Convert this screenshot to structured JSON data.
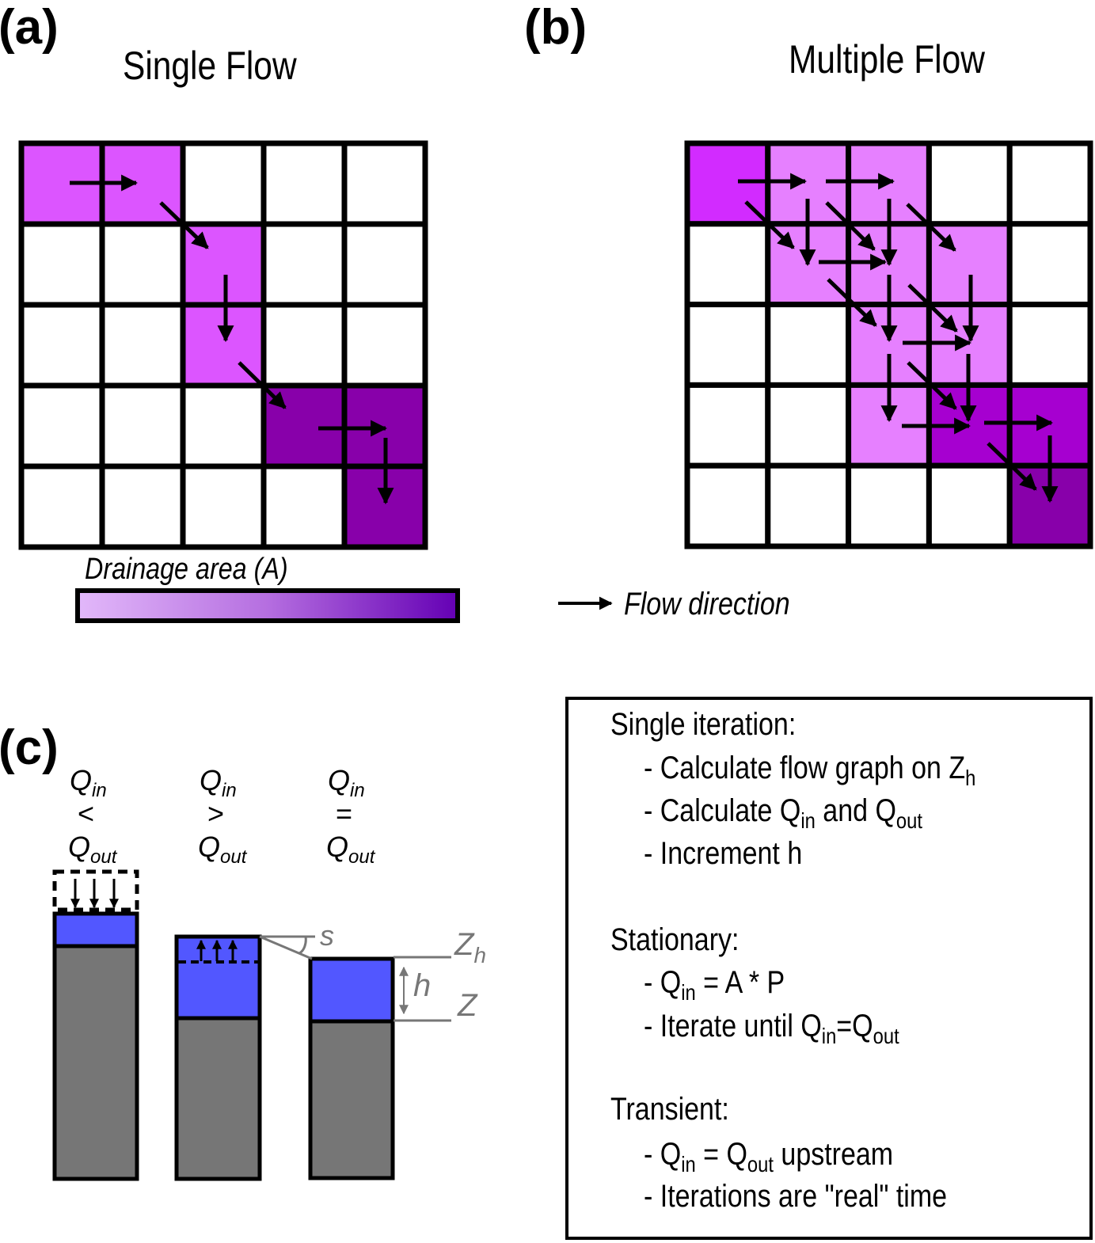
{
  "panel_a": {
    "tag": "(a)",
    "title": "Single Flow",
    "colorbar_label": "Drainage area (A)"
  },
  "panel_b": {
    "tag": "(b)",
    "title": "Multiple Flow",
    "legend_label": "Flow direction"
  },
  "panel_c": {
    "tag": "(c)",
    "columns": [
      {
        "q": "Q",
        "in": "in",
        "op": "<",
        "out": "out"
      },
      {
        "q": "Q",
        "in": "in",
        "op": ">",
        "out": "out"
      },
      {
        "q": "Q",
        "in": "in",
        "op": "=",
        "out": "out"
      }
    ],
    "label_s": "s",
    "label_zh": "Z",
    "label_zh_sub": "h",
    "label_h": "h",
    "label_z": "Z"
  },
  "text_box": {
    "single_heading": "Single iteration:",
    "single_items": [
      [
        "- Calculate flow graph on Z",
        "h",
        ""
      ],
      [
        "- Calculate Q",
        "in",
        " and Q",
        "out"
      ],
      [
        "- Increment h"
      ]
    ],
    "stationary_heading": "Stationary:",
    "stationary_items": [
      [
        "- Q",
        "in",
        " = A * P"
      ],
      [
        "- Iterate until Q",
        "in",
        "=Q",
        "out"
      ]
    ],
    "transient_heading": "Transient:",
    "transient_items": [
      [
        "- Q",
        "in",
        " = Q",
        "out",
        " upstream"
      ],
      [
        "- Iterations are \"real\" time"
      ]
    ]
  },
  "colors": {
    "a_light": "#DC55FF",
    "a_dark": "#8800AA",
    "b_source": "#D22BFF",
    "b_light": "#E680FF",
    "b_dark": "#A600D0",
    "b_outlet": "#8800AA",
    "water": "#5257FF",
    "ground": "#767676",
    "colorbar_start": "#E2B8FA",
    "colorbar_end": "#6400B4"
  }
}
